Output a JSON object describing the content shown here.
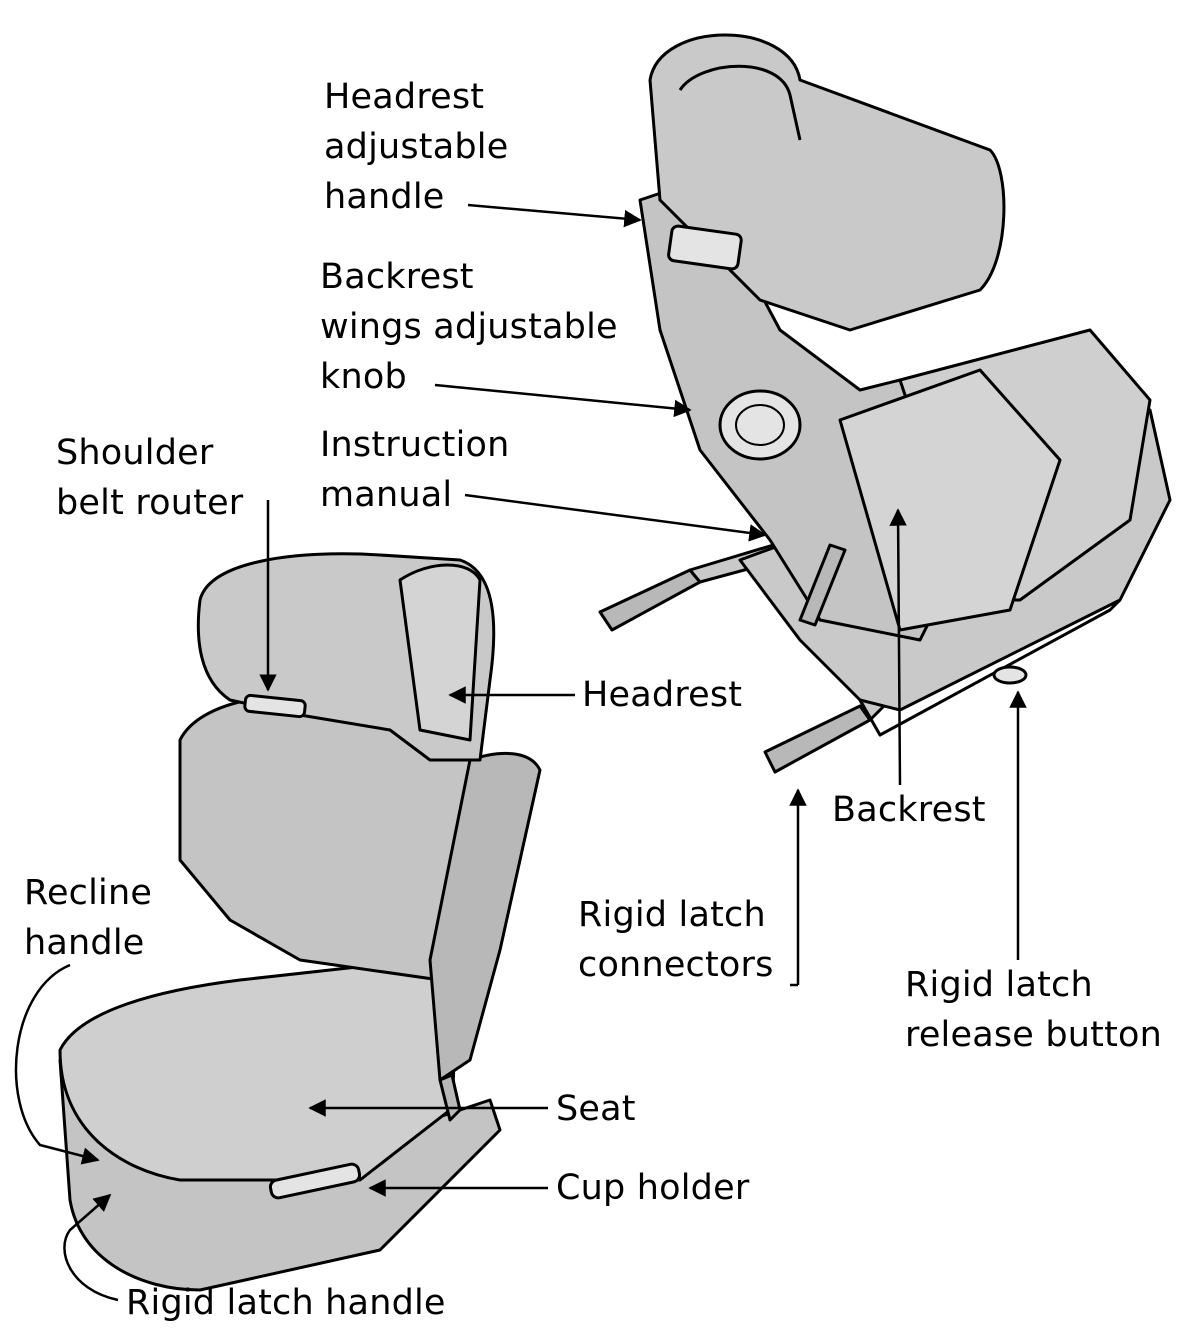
{
  "labels": {
    "headrest_handle": "Headrest\nadjustable\nhandle",
    "backrest_wings": "Backrest\nwings adjustable\nknob",
    "instruction_manual": "Instruction\nmanual",
    "shoulder_belt": "Shoulder\nbelt router",
    "headrest": "Headrest",
    "backrest": "Backrest",
    "rigid_latch_connectors": "Rigid latch\nconnectors",
    "rigid_latch_release": "Rigid latch\nrelease button",
    "recline_handle": "Recline\nhandle",
    "seat": "Seat",
    "cup_holder": "Cup holder",
    "rigid_latch_handle": "Rigid latch handle"
  },
  "colors": {
    "seat_fill": "#c9c9c9",
    "seat_shade": "#a9a9a9",
    "seat_light": "#dedede",
    "line": "#000000"
  }
}
